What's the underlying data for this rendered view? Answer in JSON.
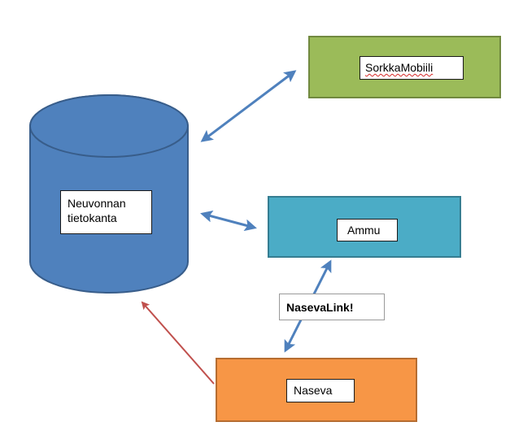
{
  "nodes": {
    "database": {
      "label": "Neuvonnan\ntietokanta",
      "color": "#4f81bd",
      "stroke": "#385d8a"
    },
    "sorkkamobiili": {
      "label": "SorkkaMobiili",
      "color": "#9bbb59",
      "stroke": "#71893f"
    },
    "ammu": {
      "label": "Ammu",
      "color": "#4bacc6",
      "stroke": "#357d91"
    },
    "naseva": {
      "label": "Naseva",
      "color": "#f79646",
      "stroke": "#b66d31"
    }
  },
  "edges": {
    "link_label": "NasevaLink!",
    "bidirectional_color": "#4f81bd",
    "unidirectional_color": "#c0504d"
  }
}
